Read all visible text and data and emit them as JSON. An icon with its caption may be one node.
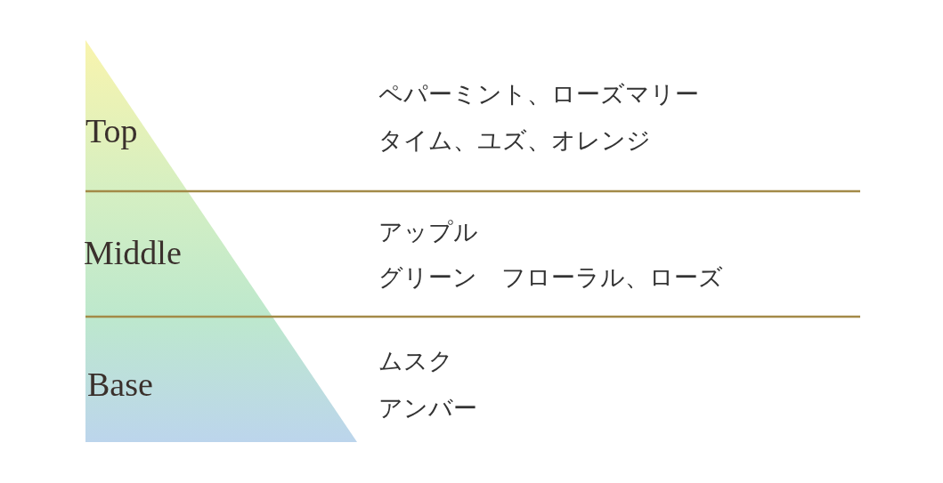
{
  "diagram": {
    "nodes": [
      {
        "text": [
          "Top"
        ],
        "beside": [
          "ペパーミント、ローズマリー",
          "タイム、ユズ、オレンジ"
        ]
      },
      {
        "text": [
          "Middle"
        ],
        "beside": [
          "アップル",
          "グリーン　フローラル、ローズ"
        ]
      },
      {
        "text": [
          "Base"
        ],
        "beside": [
          "ムスク",
          "アンバー"
        ]
      }
    ]
  }
}
